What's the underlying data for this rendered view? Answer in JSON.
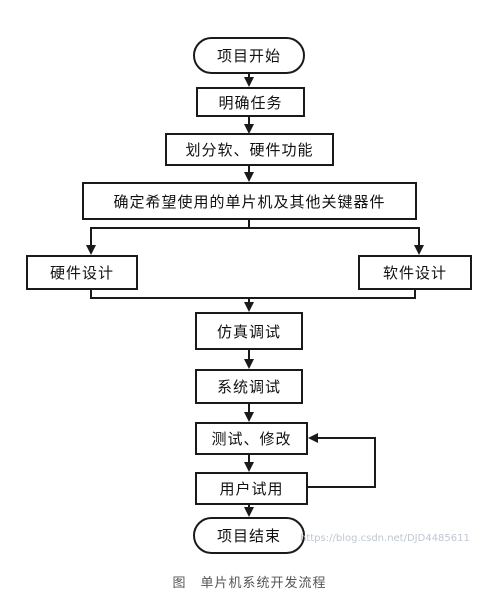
{
  "diagram": {
    "nodes": {
      "start": "项目开始",
      "define_task": "明确任务",
      "split_hw_sw": "划分软、硬件功能",
      "choose_parts": "确定希望使用的单片机及其他关键器件",
      "hw_design": "硬件设计",
      "sw_design": "软件设计",
      "simulate": "仿真调试",
      "system_debug": "系统调试",
      "test_modify": "测试、修改",
      "user_trial": "用户试用",
      "end": "项目结束"
    }
  },
  "caption": {
    "fig_label": "图",
    "title": "单片机系统开发流程"
  },
  "watermark": "https://blog.csdn.net/DJD4485611"
}
